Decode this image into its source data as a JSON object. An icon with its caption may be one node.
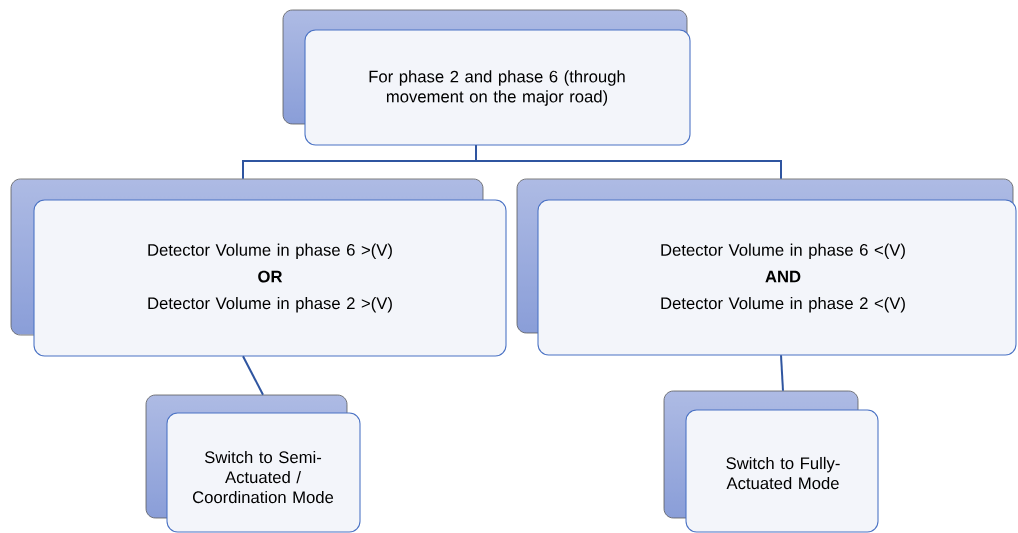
{
  "diagram": {
    "nodes": [
      {
        "text": [
          "For phase 2 and phase 6 (through movement on the major road)"
        ]
      },
      {
        "text": [
          "Detector Volume in phase 6 >(V)",
          "OR",
          "Detector Volume in phase 2 >(V)"
        ]
      },
      {
        "text": [
          "Detector Volume in phase 6 <(V)",
          "AND",
          "Detector Volume in phase 2 <(V)"
        ]
      },
      {
        "text": [
          "Switch to Semi-Actuated / Coordination Mode"
        ]
      },
      {
        "text": [
          "Switch to Fully-Actuated Mode"
        ]
      }
    ],
    "edges": [
      {
        "from": 0,
        "to": 1,
        "arrow": "none"
      },
      {
        "from": 0,
        "to": 2,
        "arrow": "none"
      },
      {
        "from": 1,
        "to": 3,
        "arrow": "none"
      },
      {
        "from": 2,
        "to": 4,
        "arrow": "none"
      }
    ]
  }
}
